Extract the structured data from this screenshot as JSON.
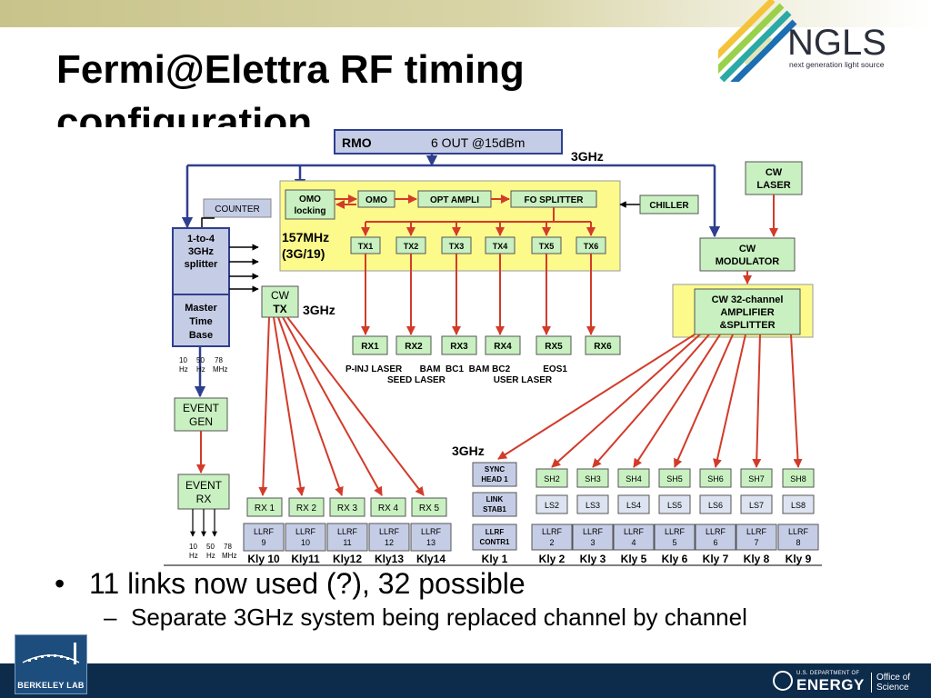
{
  "slide": {
    "title": "Fermi@Elettra RF timing configuration",
    "logo": {
      "name": "NGLS",
      "subtitle": "next generation light source",
      "icon": "ngls-logo-icon"
    },
    "bullets": [
      {
        "text": "11 links now used (?), 32 possible",
        "level": 1
      },
      {
        "text": "Separate 3GHz system being replaced channel by channel",
        "level": 2
      }
    ],
    "footer": {
      "left_logo": "BERKELEY LAB",
      "doe_dept": "U.S. DEPARTMENT OF",
      "doe_energy": "ENERGY",
      "doe_office_1": "Office of",
      "doe_office_2": "Science"
    }
  },
  "diagram": {
    "rmo": {
      "name": "RMO",
      "spec": "6 OUT @15dBm"
    },
    "labels_3ghz": {
      "top": "3GHz",
      "cwtx": "3GHz",
      "sync": "3GHz"
    },
    "optical_chain": [
      "OMO locking",
      "OMO",
      "OPT AMPLI",
      "FO SPLITTER"
    ],
    "chiller": "CHILLER",
    "counter": "COUNTER",
    "clock_label": [
      "157MHz",
      "(3G/19)"
    ],
    "splitter": {
      "name": [
        "1-to-4",
        "3GHz",
        "splitter"
      ],
      "master": [
        "Master",
        "Time",
        "Base"
      ],
      "freqs": [
        "10",
        "50",
        "78"
      ],
      "units": [
        "Hz",
        "Hz",
        "MHz"
      ]
    },
    "cw_laser": [
      "CW",
      "LASER"
    ],
    "cw_modulator": [
      "CW",
      "MODULATOR"
    ],
    "cw_amplifier": [
      "CW 32-channel",
      "AMPLIFIER",
      "&SPLITTER"
    ],
    "cw_tx": [
      "CW",
      "TX"
    ],
    "tx": [
      "TX1",
      "TX2",
      "TX3",
      "TX4",
      "TX5",
      "TX6"
    ],
    "rx": [
      "RX1",
      "RX2",
      "RX3",
      "RX4",
      "RX5",
      "RX6"
    ],
    "rx_row1": "P-INJ LASER       BAM  BC1  BAM BC2             EOS1",
    "rx_row2": "SEED LASER                   USER LASER",
    "event_gen": [
      "EVENT",
      "GEN"
    ],
    "event_rx": [
      "EVENT",
      "RX"
    ],
    "event_rx_freqs": [
      "10",
      "50",
      "78"
    ],
    "event_rx_units": [
      "Hz",
      "Hz",
      "MHz"
    ],
    "rx_small": [
      "RX 1",
      "RX 2",
      "RX 3",
      "RX 4",
      "RX 5"
    ],
    "llrf_left": [
      [
        "LLRF",
        "9"
      ],
      [
        "LLRF",
        "10"
      ],
      [
        "LLRF",
        "11"
      ],
      [
        "LLRF",
        "12"
      ],
      [
        "LLRF",
        "13"
      ]
    ],
    "kly_left": [
      "Kly 10",
      "Kly11",
      "Kly12",
      "Kly13",
      "Kly14"
    ],
    "sync_head": [
      "SYNC",
      "HEAD 1"
    ],
    "link_stab": [
      "LINK",
      "STAB1"
    ],
    "llrf_contr": [
      "LLRF",
      "CONTR1"
    ],
    "sh": [
      "SH2",
      "SH3",
      "SH4",
      "SH5",
      "SH6",
      "SH7",
      "SH8"
    ],
    "ls": [
      "LS2",
      "LS3",
      "LS4",
      "LS5",
      "LS6",
      "LS7",
      "LS8"
    ],
    "llrf_right": [
      [
        "LLRF",
        "2"
      ],
      [
        "LLRF",
        "3"
      ],
      [
        "LLRF",
        "4"
      ],
      [
        "LLRF",
        "5"
      ],
      [
        "LLRF",
        "6"
      ],
      [
        "LLRF",
        "7"
      ],
      [
        "LLRF",
        "8"
      ]
    ],
    "kly_right": [
      "Kly 1",
      "Kly 2",
      "Kly 3",
      "Kly 5",
      "Kly 6",
      "Kly 7",
      "Kly 8",
      "Kly 9"
    ],
    "colors": {
      "yellow": "#fdfa8c",
      "green": "#c8f0c0",
      "blue_box": "#c5cde6",
      "navy": "#2f3f8f",
      "red": "#d23b2a",
      "black": "#000000"
    }
  }
}
